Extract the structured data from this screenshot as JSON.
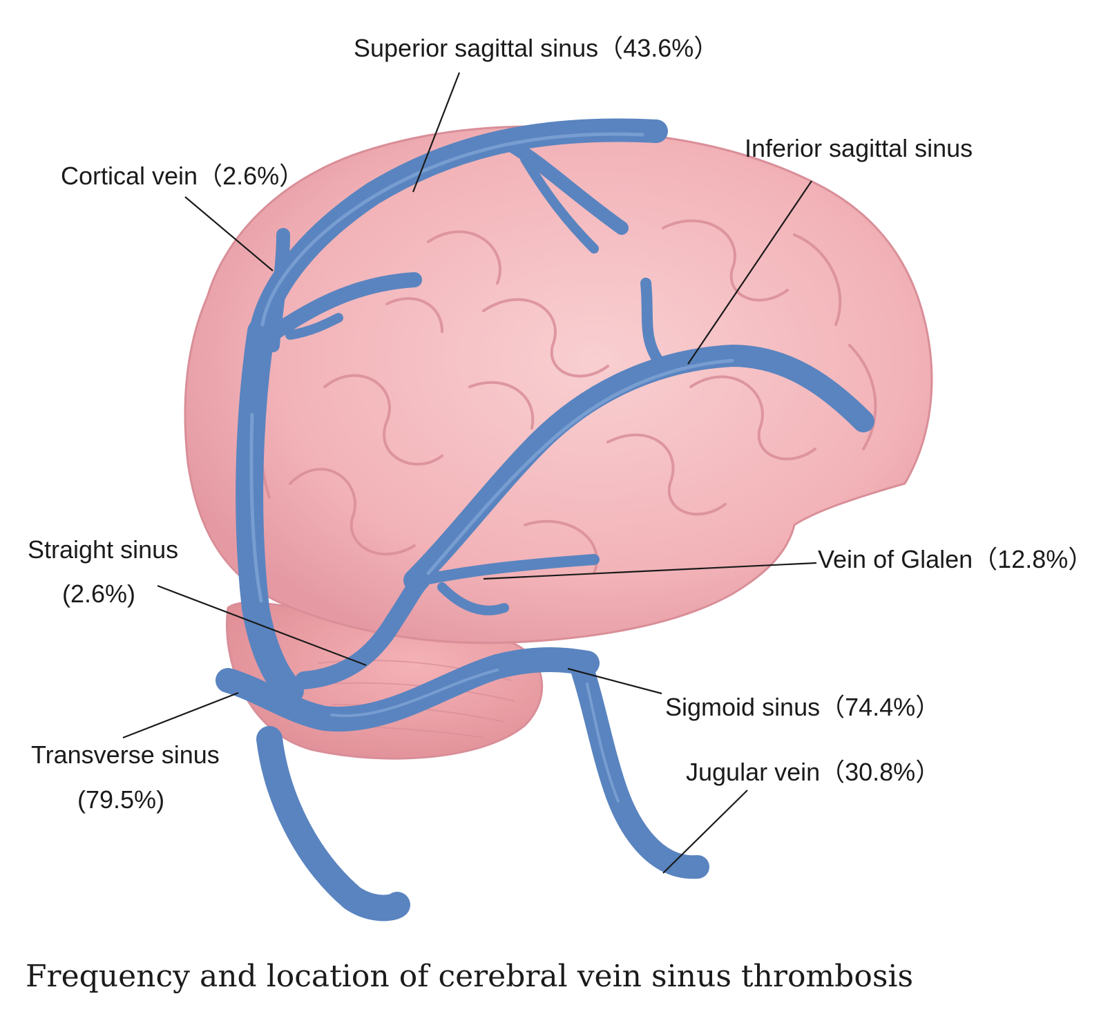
{
  "labels": {
    "superior_sagittal": "Superior sagittal sinus（43.6%）",
    "inferior_sagittal": "Inferior sagittal sinus",
    "cortical_vein": "Cortical vein（2.6%）",
    "straight_sinus_name": "Straight sinus",
    "straight_sinus_pct": "(2.6%)",
    "vein_of_galen": "Vein of Glalen（12.8%）",
    "sigmoid_sinus": "Sigmoid sinus（74.4%）",
    "jugular_vein": "Jugular vein（30.8%）",
    "transverse_sinus_name": "Transverse sinus",
    "transverse_sinus_pct": "(79.5%)"
  },
  "caption": "Frequency and location of cerebral vein sinus thrombosis",
  "colors": {
    "brain": "#f2b3b8",
    "brain_shadow": "#d98e98",
    "cerebellum": "#ec9ea4",
    "vein": "#5a84c0",
    "vein_highlight": "#8fb2df",
    "leader": "#1a1a1a"
  }
}
